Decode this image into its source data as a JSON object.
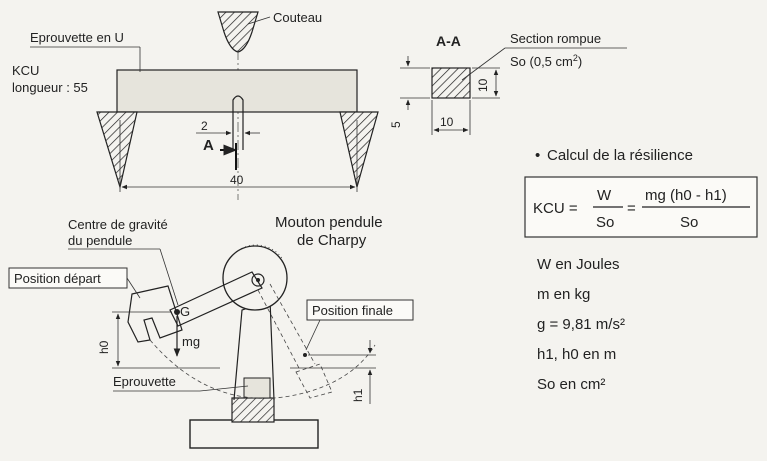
{
  "specimen": {
    "couteau": "Couteau",
    "eprouvette_en_u": "Eprouvette en U",
    "kcu": "KCU",
    "longueur": "longueur : 55",
    "dim_notch": "2",
    "section_mark": "A",
    "dim_length": "40"
  },
  "section": {
    "title": "A-A",
    "label": "Section rompue",
    "area_prefix": "So (0,5 cm",
    "area_exp": "2",
    "area_suffix": ")",
    "dim_height": "10",
    "dim_width": "10",
    "dim_below": "5"
  },
  "pendulum": {
    "centre_line1": "Centre de gravité",
    "centre_line2": "du pendule",
    "title_line1": "Mouton pendule",
    "title_line2": "de Charpy",
    "position_depart": "Position départ",
    "position_finale": "Position finale",
    "g_label": "G",
    "mg_label": "mg",
    "h0_label": "h0",
    "h1_label": "h1",
    "eprouvette": "Eprouvette"
  },
  "calcul": {
    "bullet": "•",
    "title": "Calcul de la résilience",
    "formula_lhs": "KCU =",
    "frac1_num": "W",
    "frac1_den": "So",
    "equals": "=",
    "frac2_num": "mg (h0 - h1)",
    "frac2_den": "So",
    "units": [
      "W en Joules",
      "m en kg",
      "g = 9,81 m/s²",
      "h1, h0 en m",
      "So en cm²"
    ]
  }
}
